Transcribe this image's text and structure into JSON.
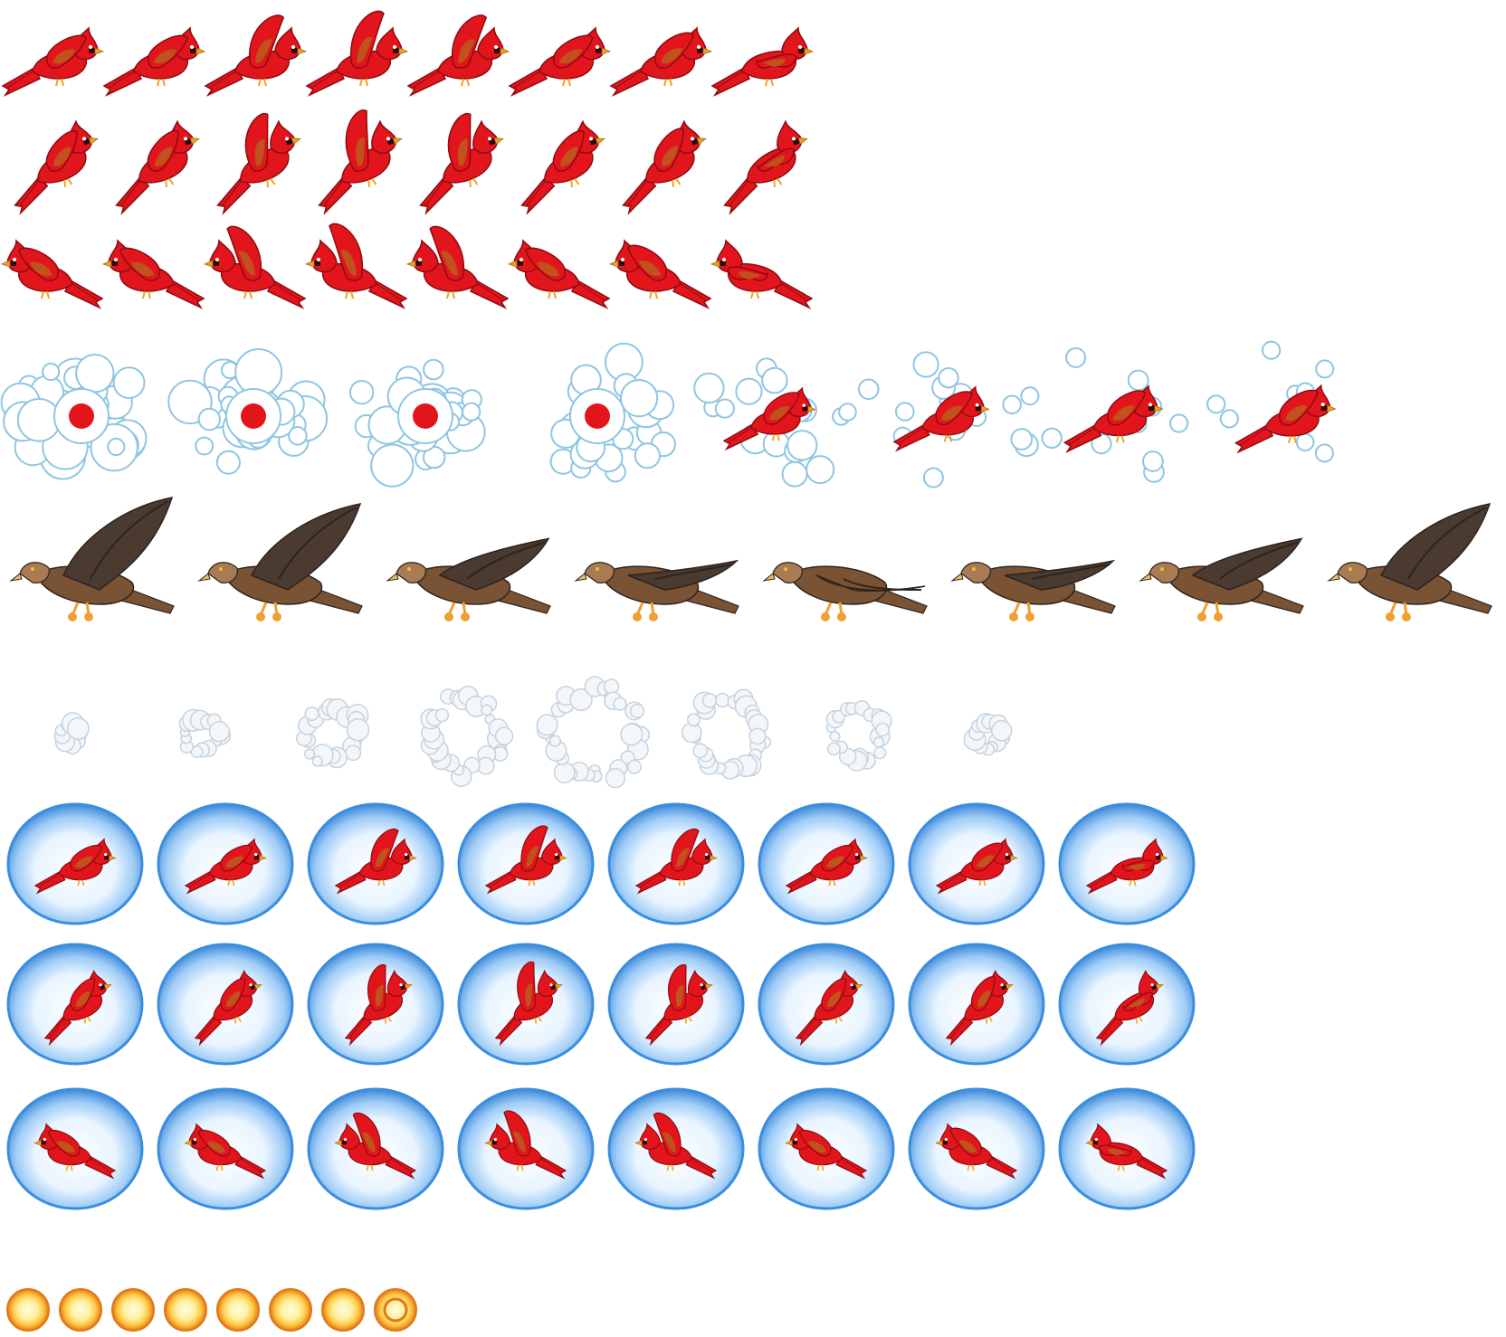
{
  "sprite_sheet": {
    "background": "#ffffff",
    "colors": {
      "cardinal_body": "#e3151c",
      "cardinal_dark": "#8e0a10",
      "cardinal_wing": "#c0521d",
      "cardinal_beak": "#f2a020",
      "cardinal_mask": "#2a0a0a",
      "hawk_body": "#7a5234",
      "hawk_wing": "#4a3a30",
      "hawk_dark": "#2e241e",
      "hawk_light": "#a87b52",
      "hawk_feet": "#f0a030",
      "cloud_fill": "#ffffff",
      "cloud_shade": "#d4ebf6",
      "cloud_outline": "#8fc6e2",
      "puff_fill": "#f4f7fa",
      "puff_shade": "#c6d3de",
      "shield_edge": "#3a8ee0",
      "shield_glow": "#bfe0ff",
      "orb_core": "#fff6c2",
      "orb_mid": "#ffc640",
      "orb_edge": "#e07818"
    },
    "rows": [
      {
        "id": "cardinal-fly-side",
        "sprite": "cardinal-icon",
        "frames": 8,
        "wing_phase": [
          0.1,
          0.1,
          0.85,
          1.0,
          0.85,
          0.1,
          0.2,
          -0.6
        ],
        "pose": "side"
      },
      {
        "id": "cardinal-fly-diagonal",
        "sprite": "cardinal-icon",
        "frames": 8,
        "wing_phase": [
          0.1,
          0.1,
          0.85,
          1.0,
          0.85,
          0.1,
          0.2,
          -0.6
        ],
        "pose": "diag"
      },
      {
        "id": "cardinal-fly-left",
        "sprite": "cardinal-icon",
        "frames": 8,
        "wing_phase": [
          0.1,
          0.1,
          0.9,
          1.0,
          0.9,
          0.1,
          0.2,
          -0.6
        ],
        "pose": "left"
      },
      {
        "id": "cardinal-cloud-reveal",
        "sprite": "cloud-burst-icon",
        "frames": 8,
        "cloud_level": [
          1.0,
          1.0,
          0.8,
          0.65,
          0.45,
          0.28,
          0.12,
          0.04
        ]
      },
      {
        "id": "hawk-glide",
        "sprite": "hawk-icon",
        "frames": 8,
        "wing_phase": [
          1.0,
          0.9,
          0.35,
          0.0,
          -0.4,
          0.0,
          0.35,
          0.9
        ]
      },
      {
        "id": "smoke-ring-burst",
        "sprite": "smoke-puff-icon",
        "frames": 8,
        "burst_level": [
          0.1,
          0.3,
          0.55,
          0.8,
          1.0,
          0.75,
          0.5,
          0.2
        ]
      },
      {
        "id": "cardinal-shield-side",
        "sprite": "shielded-cardinal-icon",
        "frames": 8,
        "wing_phase": [
          0.1,
          0.1,
          0.85,
          1.0,
          0.85,
          0.1,
          0.2,
          -0.6
        ],
        "pose": "side"
      },
      {
        "id": "cardinal-shield-diagonal",
        "sprite": "shielded-cardinal-icon",
        "frames": 8,
        "wing_phase": [
          0.1,
          0.1,
          0.85,
          1.0,
          0.85,
          0.1,
          0.2,
          -0.6
        ],
        "pose": "diag"
      },
      {
        "id": "cardinal-shield-left",
        "sprite": "shielded-cardinal-icon",
        "frames": 8,
        "wing_phase": [
          0.1,
          0.1,
          0.9,
          1.0,
          0.9,
          0.1,
          0.2,
          -0.6
        ],
        "pose": "left"
      },
      {
        "id": "energy-orb",
        "sprite": "orb-icon",
        "frames": 8,
        "ring_visible": [
          false,
          false,
          false,
          false,
          false,
          false,
          false,
          true
        ]
      }
    ]
  }
}
